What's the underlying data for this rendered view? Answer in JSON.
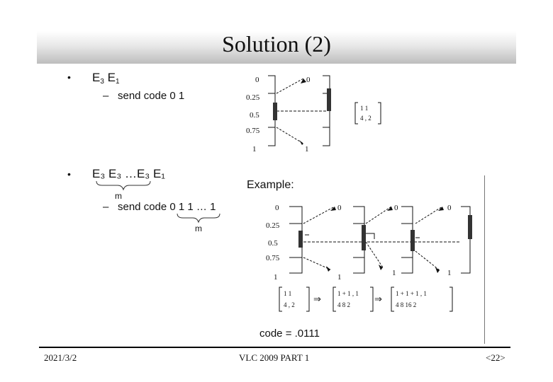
{
  "title": "Solution (2)",
  "bullet_char": "•",
  "dash_char": "–",
  "section1": {
    "expr_e3": "E",
    "sub3": "3",
    "expr_e1": "E",
    "sub1": "1",
    "sub_text": "send code 0 1",
    "diagram": {
      "left_ticks": [
        "0",
        "0.25",
        "0.5",
        "0.75",
        "1"
      ],
      "right_top": "0",
      "right_bottom": "1",
      "matrix_top": "1  1",
      "matrix_bottom": "4 , 2"
    }
  },
  "section2": {
    "expr": "E₃ E₃ …E₃ E₁",
    "brace_label": "m",
    "sub_text": "send code 0 1 1 … 1",
    "brace_label2": "m",
    "example_label": "Example:",
    "diagram": {
      "left_ticks": [
        "0",
        "0.25",
        "0.5",
        "0.75",
        "1"
      ],
      "top_labels": [
        "0",
        "0",
        "0"
      ],
      "bottom_labels": [
        "1",
        "1",
        "1"
      ],
      "arrow_symbol": "⇒",
      "matrix1_top": "1  1",
      "matrix1_bottom": "4 , 2",
      "matrix2_top": "1 + 1 ,  1",
      "matrix2_bottom": "4   8   2",
      "matrix3_top": "1 + 1 + 1 ,  1",
      "matrix3_bottom": "4   8   16   2"
    },
    "code_text": "code = .0111"
  },
  "footer": {
    "date": "2021/3/2",
    "center": "VLC 2009 PART 1",
    "page": "<22>"
  }
}
